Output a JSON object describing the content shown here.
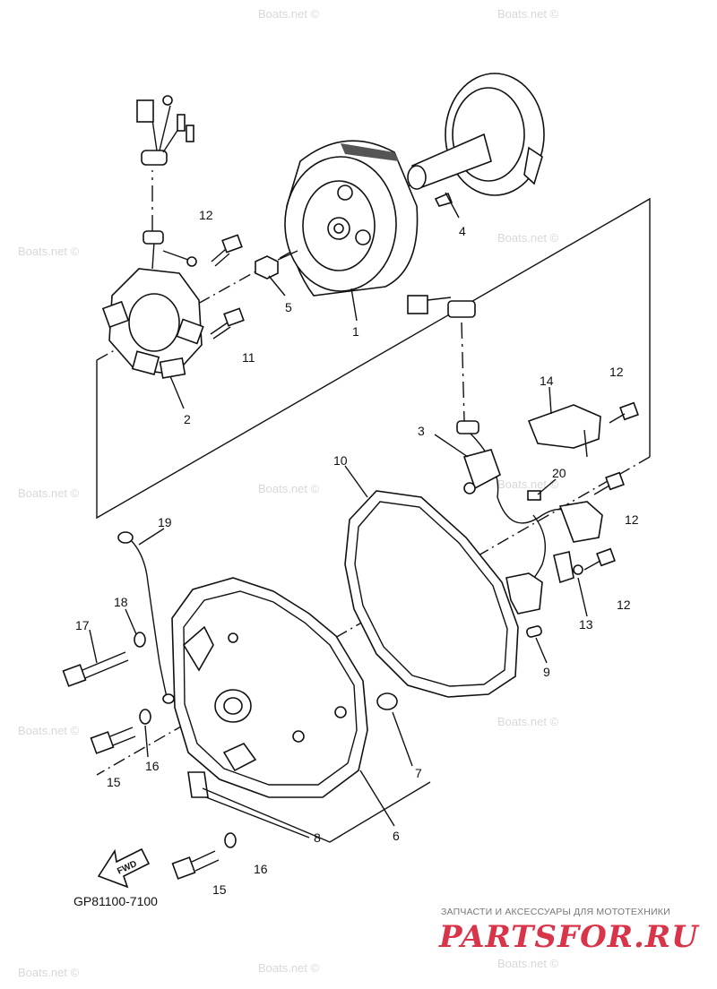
{
  "watermark": "Boats.net ©",
  "diagram_code": "GP81100-7100",
  "fwd_label": "FWD",
  "brand": {
    "tagline": "ЗАПЧАСТИ И АКСЕССУАРЫ ДЛЯ МОТОТЕХНИКИ",
    "logo": "PARTSFOR.RU",
    "color": "#d9354a"
  },
  "callouts": [
    "12",
    "4",
    "5",
    "1",
    "11",
    "2",
    "3",
    "14",
    "12",
    "10",
    "20",
    "19",
    "12",
    "18",
    "12",
    "17",
    "13",
    "9",
    "7",
    "16",
    "15",
    "6",
    "8",
    "16",
    "15"
  ]
}
